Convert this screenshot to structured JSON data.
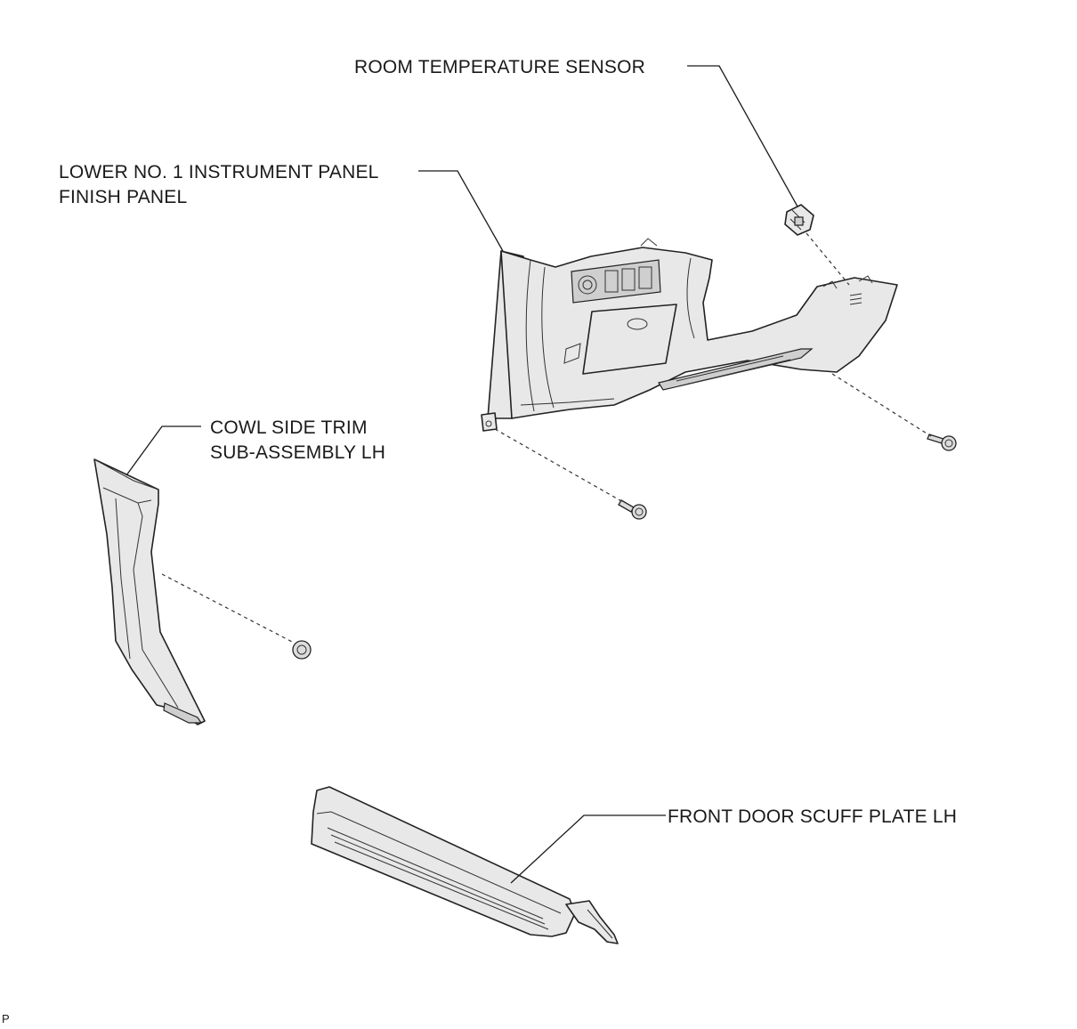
{
  "labels": {
    "room_temp_sensor": "ROOM TEMPERATURE SENSOR",
    "lower_panel_line1": "LOWER NO. 1 INSTRUMENT PANEL",
    "lower_panel_line2": "FINISH PANEL",
    "cowl_line1": "COWL SIDE TRIM",
    "cowl_line2": "SUB-ASSEMBLY LH",
    "scuff_plate": "FRONT DOOR SCUFF PLATE LH"
  },
  "corner_mark": "P"
}
